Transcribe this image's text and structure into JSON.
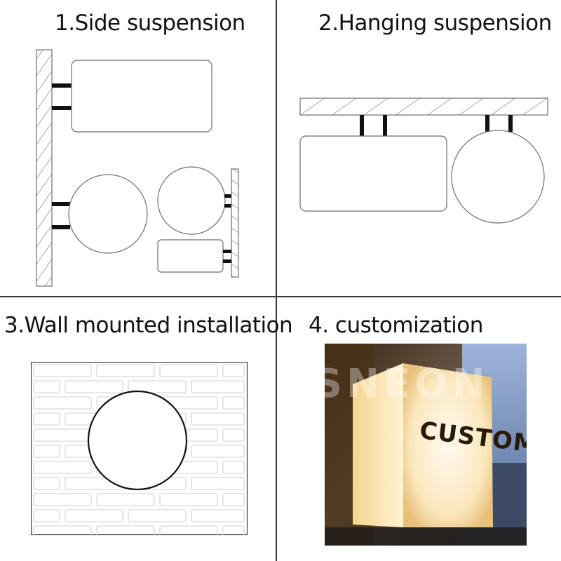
{
  "sections": [
    {
      "title": "1.Side suspension"
    },
    {
      "title": "2.Hanging suspension"
    },
    {
      "title": "3.Wall mounted installation"
    },
    {
      "title": "4.  customization",
      "sign_text": "CUSTOM",
      "watermark": "INSNEON"
    }
  ],
  "colors": {
    "line": "#6e6e6e",
    "bracket": "#111111",
    "brick_line": "#d9d9d9",
    "sign_glow": "#fff4d6"
  }
}
